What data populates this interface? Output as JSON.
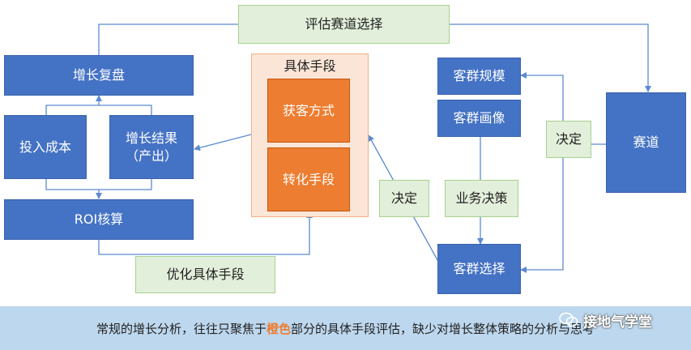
{
  "top_label": "评估赛道选择",
  "left": {
    "review": "增长复盘",
    "input_cost": "投入成本",
    "growth_result_line1": "增长结果",
    "growth_result_line2": "（产出）",
    "roi": "ROI核算",
    "optimize": "优化具体手段"
  },
  "middle": {
    "group_title": "具体手段",
    "acquire": "获客方式",
    "convert": "转化手段"
  },
  "right": {
    "segment_scale": "客群规模",
    "segment_portrait": "客群画像",
    "segment_select": "客群选择",
    "decide_right": "决定",
    "decide_mid": "决定",
    "business_decision": "业务决策",
    "track": "赛道"
  },
  "caption": {
    "before": "常规的增长分析，往往只聚焦于",
    "highlight": "橙色",
    "after": "部分的具体手段评估，缺少对增长整体策略的分析与思考"
  },
  "watermark": "接地气学堂",
  "colors": {
    "blue": "#4472c4",
    "orange": "#ed7d31",
    "green": "#e2efda",
    "peach": "#fbe5d6",
    "caption_bg": "#bdd7ee",
    "line": "#5b8bd0"
  }
}
